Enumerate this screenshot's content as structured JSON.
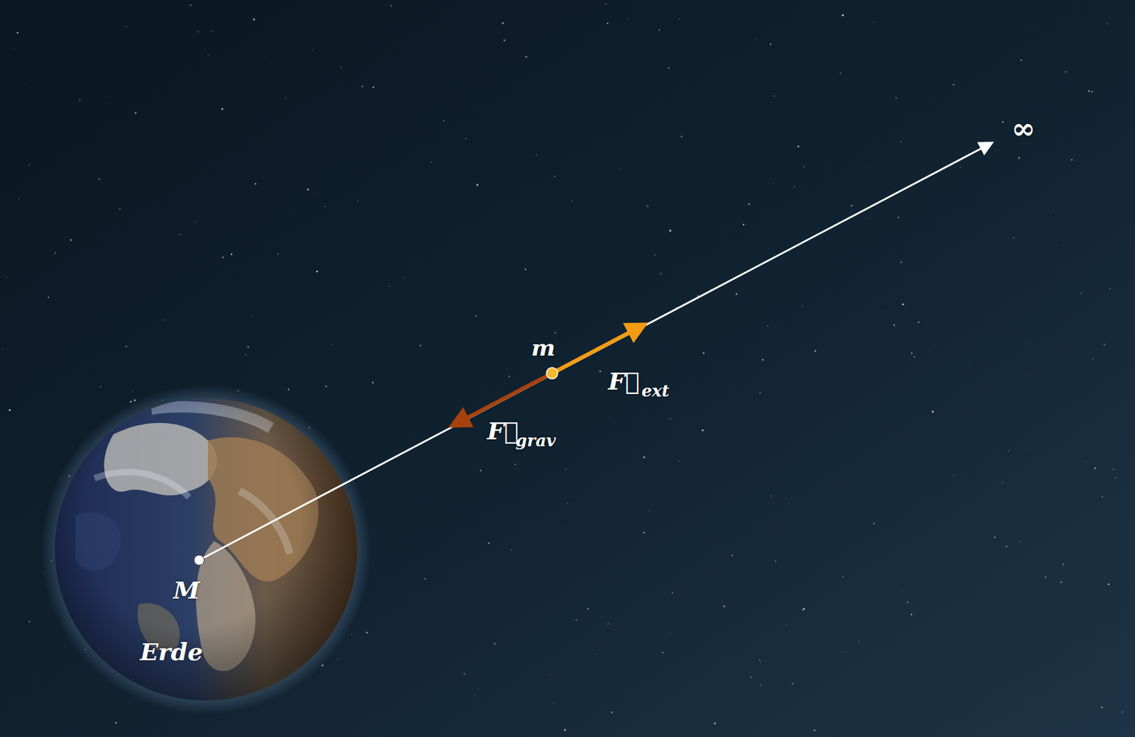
{
  "diagram": {
    "labels": [
      "∞",
      "m",
      "F⃗",
      "ext",
      "F⃗",
      "grav",
      "M",
      "Erde"
    ]
  }
}
